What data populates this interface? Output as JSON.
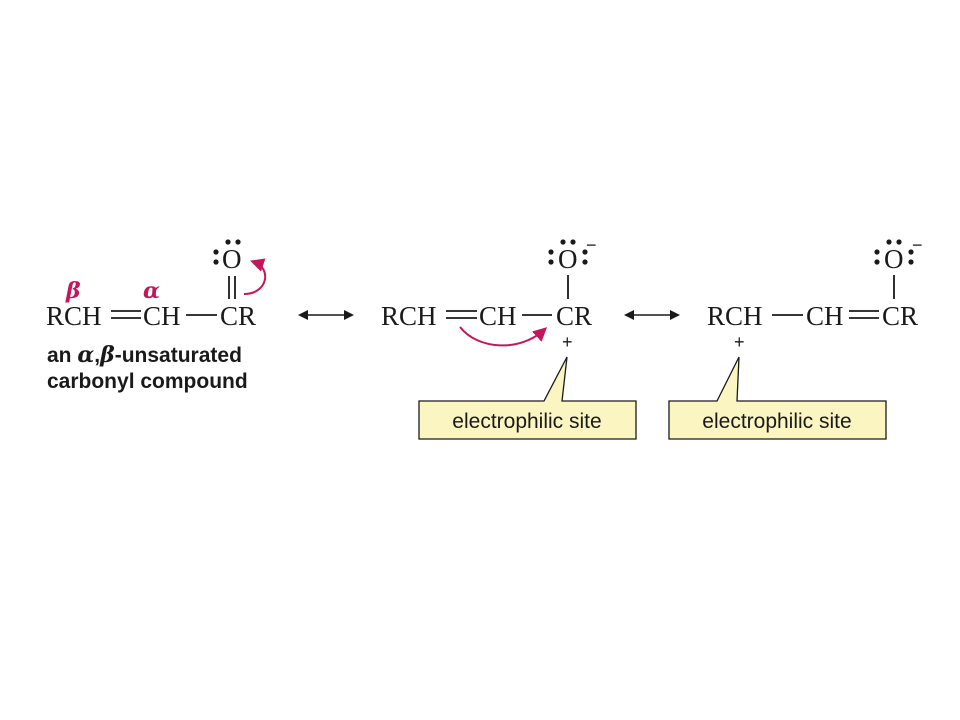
{
  "structure1": {
    "rch": "RCH",
    "ch": "CH",
    "cr": "CR",
    "oxygen": "O",
    "beta": "β",
    "alpha": "α"
  },
  "caption": {
    "line1_prefix": "an ",
    "alpha": "α",
    "comma": ",",
    "beta": "β",
    "line1_suffix": "-unsaturated",
    "line2": "carbonyl compound"
  },
  "structure2": {
    "rch": "RCH",
    "ch": "CH",
    "cr": "CR",
    "oxygen": "O",
    "negative": "−",
    "positive": "+"
  },
  "structure3": {
    "rch": "RCH",
    "ch": "CH",
    "cr": "CR",
    "oxygen": "O",
    "negative": "−",
    "positive": "+"
  },
  "callouts": {
    "label_1": "electrophilic site",
    "label_2": "electrophilic site"
  },
  "colors": {
    "accent": "#c2185b",
    "callout_fill": "#fbf5c1"
  }
}
